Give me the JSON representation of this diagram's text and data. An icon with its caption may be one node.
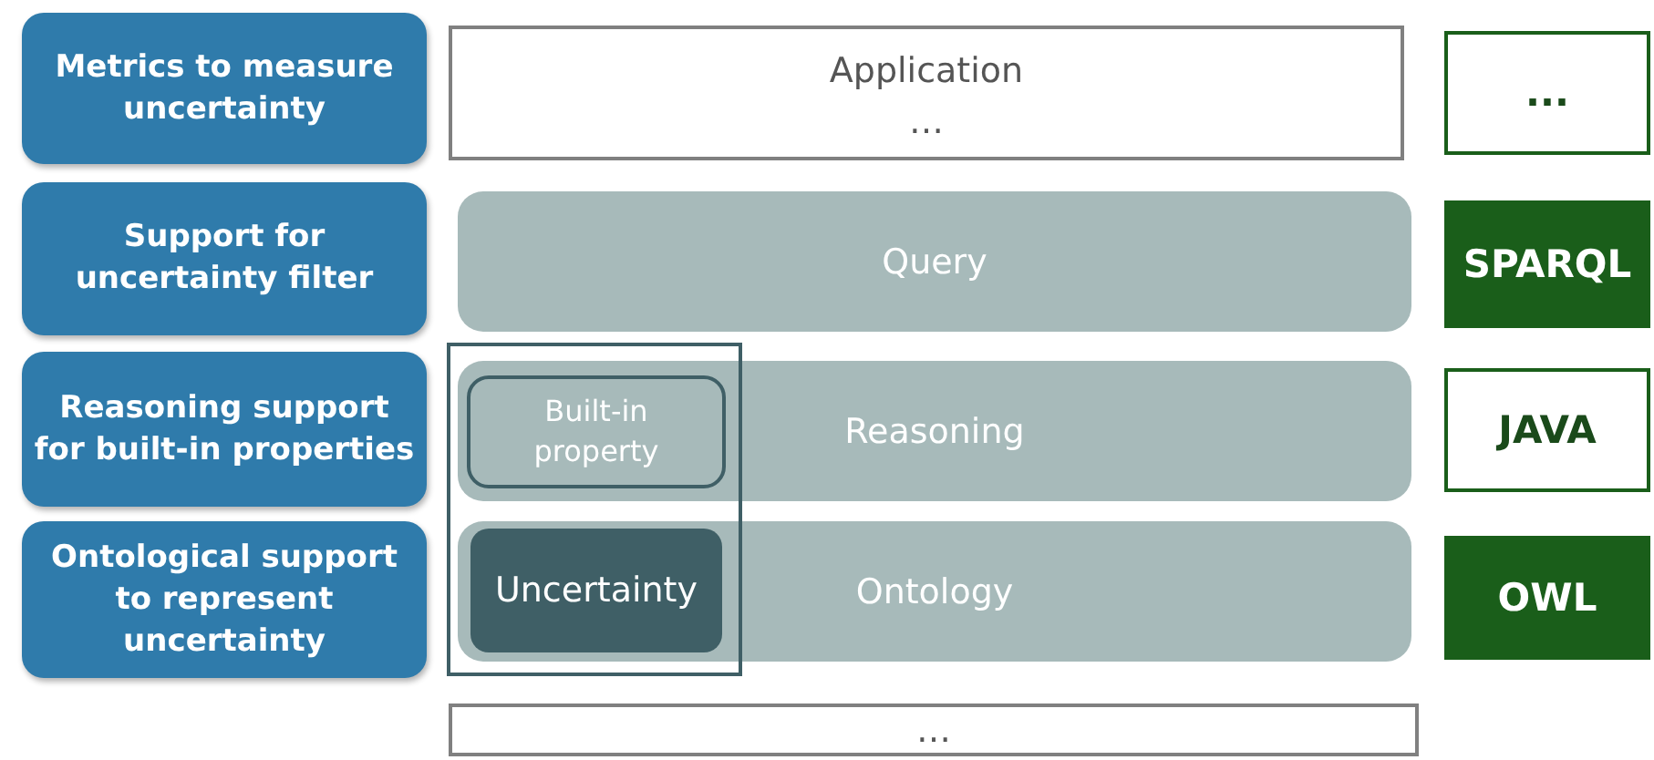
{
  "diagram": {
    "nodes": [
      {
        "text": [
          "Metrics to measure uncertainty"
        ]
      },
      {
        "text": [
          "Support for uncertainty filter"
        ]
      },
      {
        "text": [
          "Reasoning support for built-in properties"
        ]
      },
      {
        "text": [
          "Ontological support to represent uncertainty"
        ]
      },
      {
        "text": [
          "Application",
          "…"
        ]
      },
      {
        "text": [
          "Query"
        ]
      },
      {
        "text": [],
        "shape": "box"
      },
      {
        "text": [
          "Reasoning"
        ]
      },
      {
        "text": [
          "Built-in property"
        ]
      },
      {
        "text": [
          "Ontology"
        ]
      },
      {
        "text": [
          "Uncertainty"
        ]
      },
      {
        "text": [
          "…"
        ]
      },
      {
        "text": [
          "..."
        ]
      },
      {
        "text": [
          "SPARQL"
        ]
      },
      {
        "text": [
          "JAVA"
        ]
      },
      {
        "text": [
          "OWL"
        ]
      }
    ],
    "edges": []
  }
}
